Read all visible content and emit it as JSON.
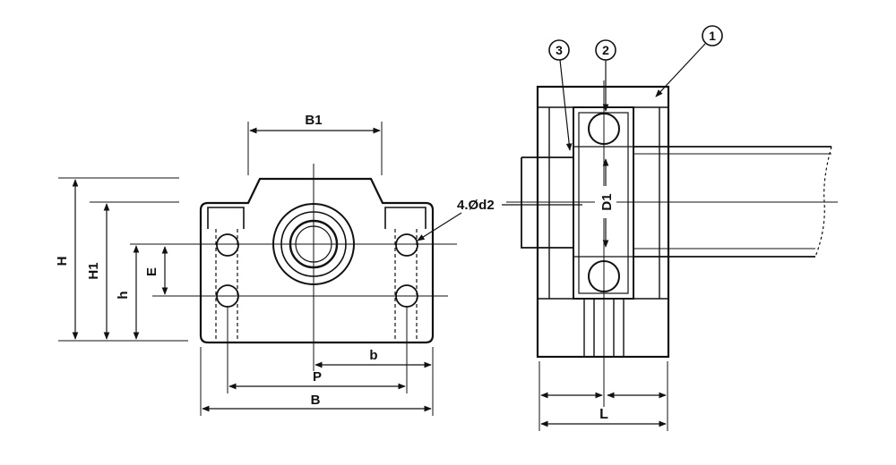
{
  "dimensions": {
    "B1": "B1",
    "H": "H",
    "H1": "H1",
    "h": "h",
    "E": "E",
    "b": "b",
    "P": "P",
    "B": "B",
    "D1": "D1",
    "L": "L",
    "hole_callout": "4.Ød2"
  },
  "parts": {
    "p1": "1",
    "p2": "2",
    "p3": "3"
  },
  "colors": {
    "ink": "#111111",
    "paper": "#ffffff"
  }
}
